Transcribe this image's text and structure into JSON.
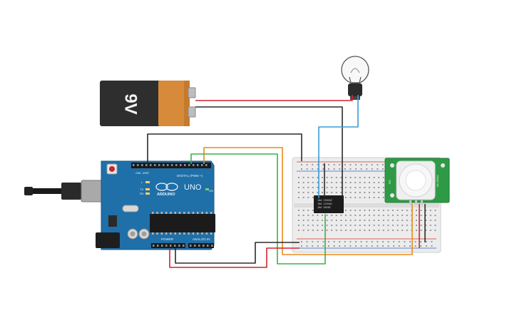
{
  "battery": {
    "label": "9V"
  },
  "arduino": {
    "brand": "ARDUINO",
    "model": "UNO",
    "digital_label": "DIGITAL (PWM ~)",
    "power_label": "POWER",
    "analog_label": "ANALOG IN",
    "tx_label": "TX",
    "rx_label": "RX",
    "l_label": "L",
    "on_label": "ON",
    "aref_label": "AREF",
    "gnd_label": "GND"
  },
  "relay": {
    "lines": [
      "10A 250VAC",
      "10A 125VAC",
      "10A 30VDC"
    ]
  },
  "pir": {
    "side_label": "HC-SR501",
    "top_label": "PIR"
  },
  "colors": {
    "wire_black": "#2b2b2b",
    "wire_red": "#d0242c",
    "wire_blue": "#3a9bd5",
    "wire_orange": "#e88a1a",
    "wire_green": "#3db048",
    "board_blue": "#1f6fa8",
    "battery_orange": "#d68a3a",
    "pir_green": "#2f9a46"
  }
}
